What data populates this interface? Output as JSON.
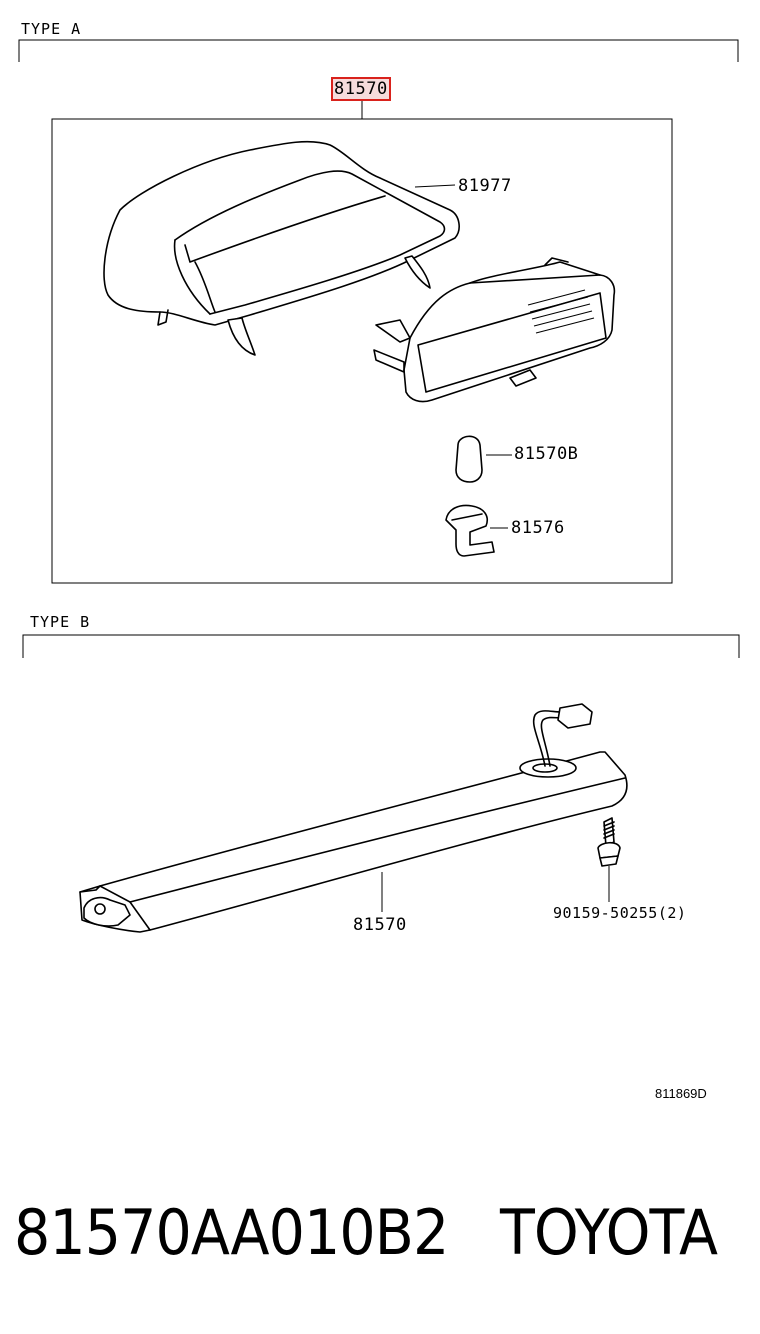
{
  "sections": {
    "type_a": {
      "label": "TYPE A"
    },
    "type_b": {
      "label": "TYPE B"
    }
  },
  "type_a": {
    "assembly_part": "81570",
    "callouts": {
      "cover": "81977",
      "bulb": "81570B",
      "socket": "81576"
    }
  },
  "type_b": {
    "callouts": {
      "lamp": "81570",
      "screw": "90159-50255(2)"
    }
  },
  "diagram_code": "811869D",
  "footer": {
    "part_number": "81570AA010B2",
    "brand": "TOYOTA"
  },
  "colors": {
    "highlight_border": "#d9221c",
    "highlight_fill": "#f6dcdc",
    "line": "#000000"
  }
}
